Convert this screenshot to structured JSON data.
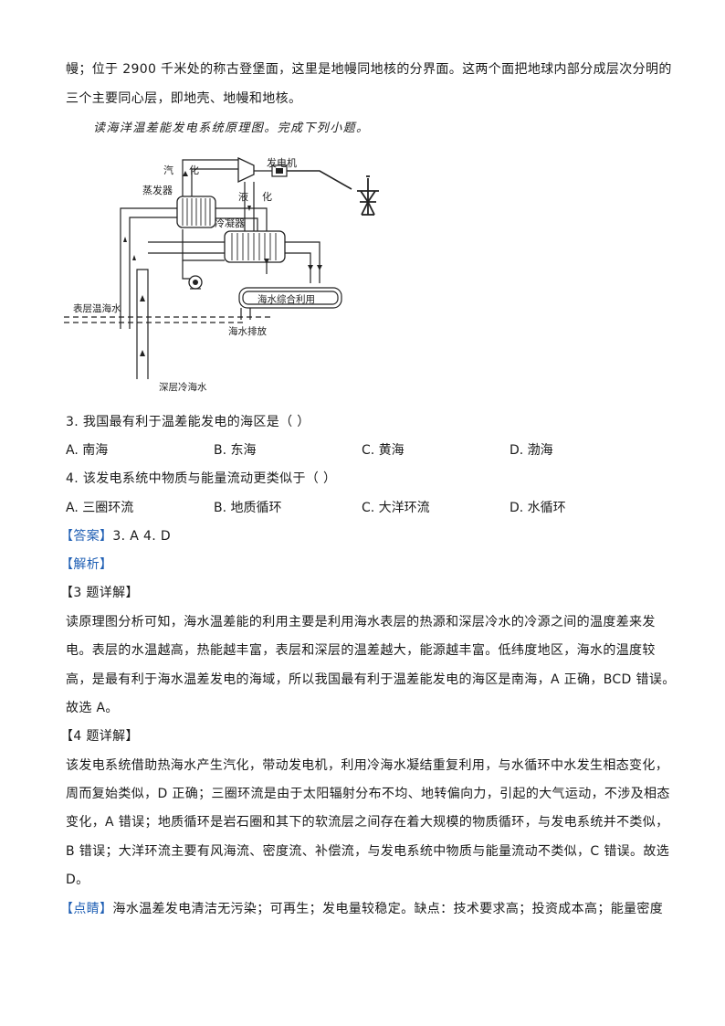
{
  "intro": {
    "line1": "幔；位于 2900 千米处的称古登堡面，这里是地幔同地核的分界面。这两个面把地球内部分成层次分明的",
    "line2": "三个主要同心层，即地壳、地幔和地核。"
  },
  "figure": {
    "caption": "读海洋温差能发电系统原理图。完成下列小题。",
    "labels": {
      "steam_left": "汽",
      "steam_right": "化",
      "evaporator": "蒸发器",
      "generator": "发电机",
      "liquid_left": "液",
      "liquid_right": "化",
      "condenser": "冷凝器",
      "surface_water": "表层温海水",
      "utilization": "海水综合利用",
      "discharge": "海水排放",
      "deep_water": "深层冷海水"
    }
  },
  "questions": [
    {
      "stem": "3.  我国最有利于温差能发电的海区是（     ）",
      "options": [
        "A.  南海",
        "B.  东海",
        "C.  黄海",
        "D.  渤海"
      ]
    },
    {
      "stem": "4.  该发电系统中物质与能量流动更类似于（     ）",
      "options": [
        "A.  三圈环流",
        "B.  地质循环",
        "C.  大洋环流",
        "D.  水循环"
      ]
    }
  ],
  "answer": {
    "tag": "【答案】",
    "text": "3. A       4. D"
  },
  "analysis": {
    "tag": "【解析】",
    "q3_heading": "【3 题详解】",
    "q3_lines": [
      "读原理图分析可知，海水温差能的利用主要是利用海水表层的热源和深层冷水的冷源之间的温度差来发",
      "电。表层的水温越高，热能越丰富，表层和深层的温差越大，能源越丰富。低纬度地区，海水的温度较",
      "高，是最有利于海水温差发电的海域，所以我国最有利于温差能发电的海区是南海，A 正确，BCD 错误。",
      "故选 A。"
    ],
    "q4_heading": "【4 题详解】",
    "q4_lines": [
      "该发电系统借助热海水产生汽化，带动发电机，利用冷海水凝结重复利用，与水循环中水发生相态变化，",
      "周而复始类似，D 正确；三圈环流是由于太阳辐射分布不均、地转偏向力，引起的大气运动，不涉及相态",
      "变化，A 错误；地质循环是岩石圈和其下的软流层之间存在着大规模的物质循环，与发电系统并不类似，",
      "B 错误；大洋环流主要有风海流、密度流、补偿流，与发电系统中物质与能量流动不类似，C 错误。故选",
      "D。"
    ]
  },
  "note": {
    "tag": "【点睛】",
    "text": "海水温差发电清洁无污染；可再生；发电量较稳定。缺点：技术要求高；投资成本高；能量密度"
  }
}
